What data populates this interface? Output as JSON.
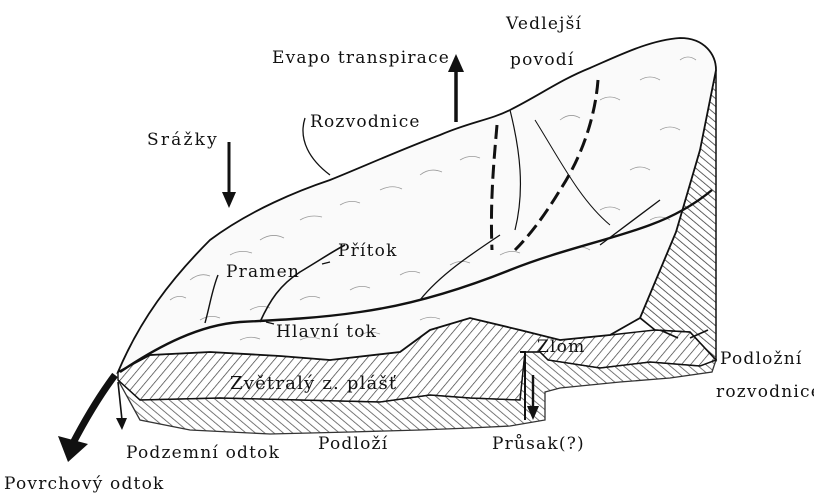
{
  "labels": {
    "evapotranspirace": "Evapo transpirace",
    "vedlejsi_1": "Vedlejší",
    "vedlejsi_2": "povodí",
    "rozvodnice": "Rozvodnice",
    "srazky": "Srážky",
    "pritok": "Přítok",
    "pramen": "Pramen",
    "hlavni_tok": "Hlavní tok",
    "zlom": "Zlom",
    "podlozni_1": "Podložní",
    "podlozni_2": "rozvodnice",
    "zvetraly": "Zvětralý z. plášť",
    "podzemni": "Podzemní odtok",
    "podlozi": "Podloží",
    "prusak": "Průsak(?)",
    "povrchovy": "Povrchový odtok"
  },
  "colors": {
    "ink": "#111111",
    "paper": "#ffffff",
    "hatch": "#3a3a3a"
  },
  "icons": {
    "arrows": [
      "arrow-up-icon",
      "arrow-down-icon",
      "curved-arrow-icon"
    ]
  }
}
